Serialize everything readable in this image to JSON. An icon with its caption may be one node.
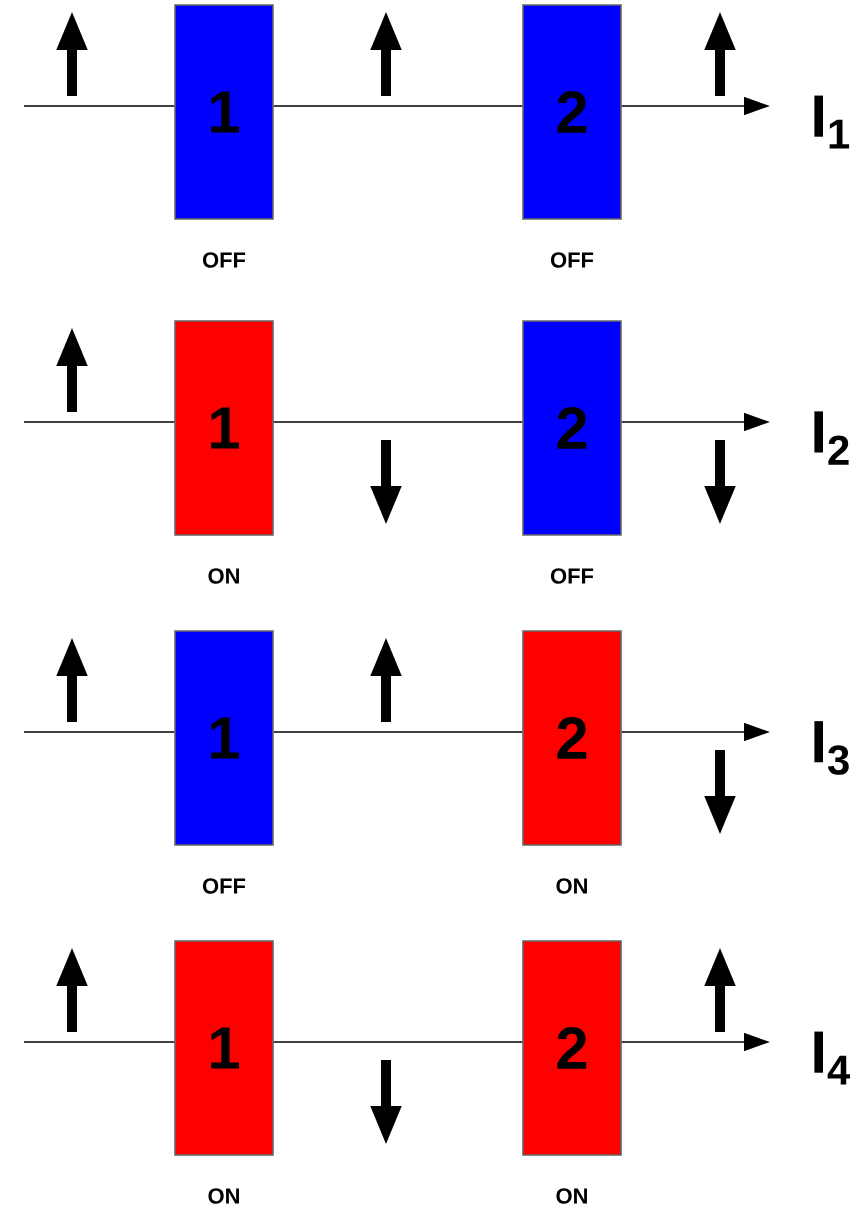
{
  "diagram": {
    "nodes": [
      {
        "text": [
          "1"
        ],
        "beside": [
          "OFF"
        ]
      },
      {
        "text": [
          "2"
        ],
        "beside": [
          "OFF"
        ]
      },
      {
        "text": [
          "I$_{1}$"
        ]
      },
      {
        "text": [
          "1"
        ],
        "beside": [
          "ON"
        ]
      },
      {
        "text": [
          "2"
        ],
        "beside": [
          "OFF"
        ]
      },
      {
        "text": [
          "I$_{2}$"
        ]
      },
      {
        "text": [
          "1"
        ],
        "beside": [
          "OFF"
        ]
      },
      {
        "text": [
          "2"
        ],
        "beside": [
          "ON"
        ]
      },
      {
        "text": [
          "I$_{3}$"
        ]
      },
      {
        "text": [
          "1"
        ],
        "beside": [
          "ON"
        ]
      },
      {
        "text": [
          "2"
        ],
        "beside": [
          "ON"
        ]
      },
      {
        "text": [
          "I$_{4}$"
        ]
      }
    ],
    "edges": [
      {
        "from": null,
        "to": 0,
        "arrow": "none"
      },
      {
        "from": 0,
        "to": 1,
        "arrow": "none"
      },
      {
        "from": 1,
        "to": 2,
        "arrow": "to"
      },
      {
        "from": null,
        "to": 3,
        "arrow": "none"
      },
      {
        "from": 3,
        "to": 4,
        "arrow": "none"
      },
      {
        "from": 4,
        "to": 5,
        "arrow": "to"
      },
      {
        "from": null,
        "to": 6,
        "arrow": "none"
      },
      {
        "from": 6,
        "to": 7,
        "arrow": "none"
      },
      {
        "from": 7,
        "to": 8,
        "arrow": "to"
      },
      {
        "from": null,
        "to": 9,
        "arrow": "none"
      },
      {
        "from": 9,
        "to": 10,
        "arrow": "none"
      },
      {
        "from": 10,
        "to": 11,
        "arrow": "to"
      }
    ]
  }
}
